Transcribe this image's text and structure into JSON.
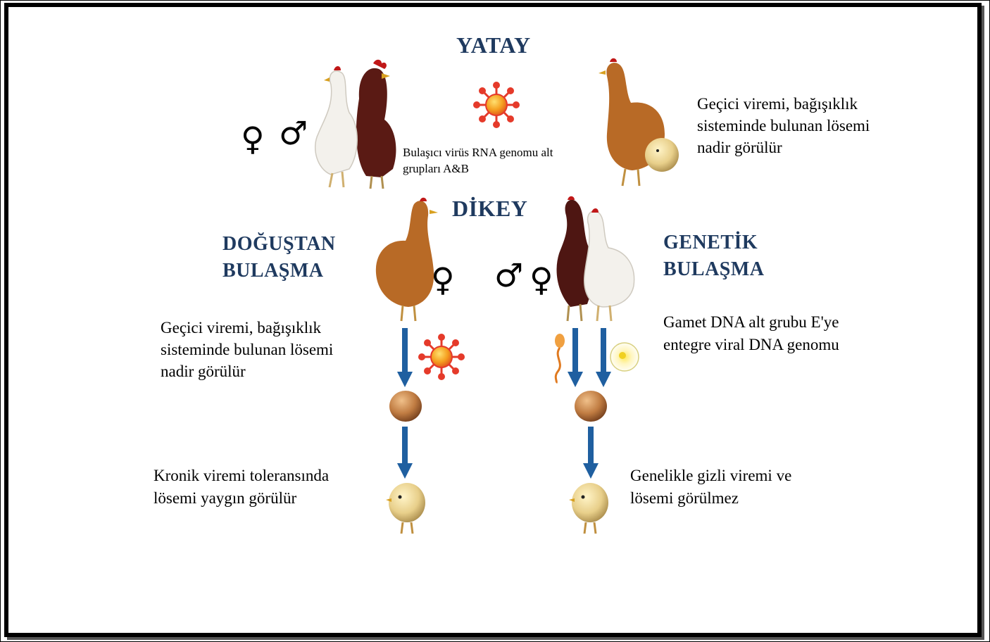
{
  "headings": {
    "horizontal": "YATAY",
    "vertical": "DİKEY",
    "congenital_line1": "DOĞUŞTAN",
    "congenital_line2": "BULAŞMA",
    "genetic_line1": "GENETİK",
    "genetic_line2": "BULAŞMA"
  },
  "texts": {
    "horizontal_result_line1": "Geçici viremi, bağışıklık",
    "horizontal_result_line2": "sisteminde bulunan lösemi",
    "horizontal_result_line3": "nadir görülür",
    "virus_label_line1": "Bulaşıcı virüs RNA genomu alt",
    "virus_label_line2": "grupları A&B",
    "congenital_viremia_line1": "Geçici viremi, bağışıklık",
    "congenital_viremia_line2": "sisteminde bulunan lösemi",
    "congenital_viremia_line3": "nadir görülür",
    "genetic_desc_line1": "Gamet DNA alt grubu E'ye",
    "genetic_desc_line2": "entegre viral DNA genomu",
    "congenital_outcome_line1": "Kronik viremi toleransında",
    "congenital_outcome_line2": "lösemi yaygın görülür",
    "genetic_outcome_line1": "Genelikle gizli viremi ve",
    "genetic_outcome_line2": "lösemi görülmez"
  },
  "symbols": {
    "female": "♀",
    "male": "♂"
  },
  "colors": {
    "heading": "#1f3a5f",
    "arrow": "#1f5fa0",
    "virus_core": "#f5a020",
    "virus_ring": "#e53a2a",
    "egg": "#b8733a"
  },
  "icons": [
    "hen-icon",
    "rooster-icon",
    "white-hen-icon",
    "virus-icon",
    "egg-icon",
    "chick-icon",
    "sperm-icon",
    "ovum-icon",
    "down-arrow-icon"
  ]
}
